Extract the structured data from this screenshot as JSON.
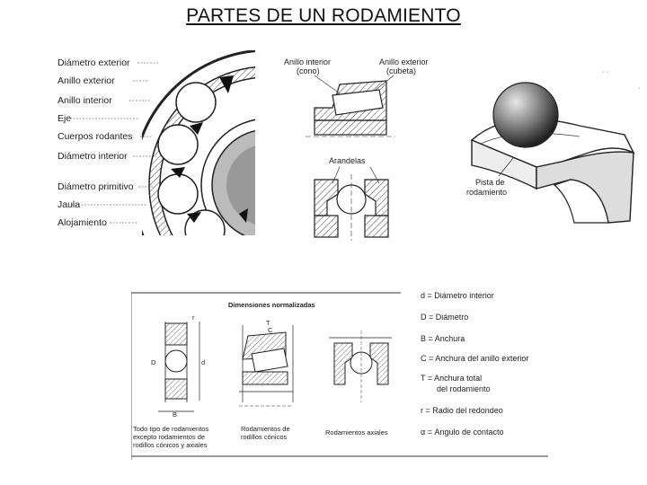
{
  "title": "PARTES DE UN RODAMIENTO",
  "bearing_labels": [
    "Diámetro exterior",
    "Anillo exterior",
    "Anillo interior",
    "Eje",
    "Cuerpos rodantes",
    "Diámetro interior",
    "Diámetro primitivo",
    "Jaula",
    "Alojamiento"
  ],
  "section": {
    "inner_ring": "Anillo interior",
    "inner_ring_sub": "(cono)",
    "outer_ring": "Anillo exterior",
    "outer_ring_sub": "(cubeta)",
    "washers": "Arandelas"
  },
  "raceway": {
    "line1": "Pista de",
    "line2": "rodamiento"
  },
  "dimensions": {
    "heading": "Dimensiones normalizadas",
    "captions": {
      "ball_l1": "Todo tipo de rodamientos",
      "ball_l2": "excepto rodamientos de",
      "ball_l3": "rodillos cónicos y axiales",
      "conical_l1": "Rodamientos de",
      "conical_l2": "rodillos cónicos",
      "axial": "Rodamientos axiales"
    },
    "marks": {
      "r": "r",
      "B": "B",
      "D": "D",
      "d": "d",
      "T": "T",
      "C": "C"
    }
  },
  "legend": {
    "d": "d = Diámetro interior",
    "D": "D = Diámetro",
    "B": "B = Anchura",
    "C": "C = Anchura del anillo exterior",
    "T1": "T = Anchura total",
    "T2": "del rodamiento",
    "r": "r = Radio del redondeo",
    "a": "α = Angulo de contacto"
  }
}
